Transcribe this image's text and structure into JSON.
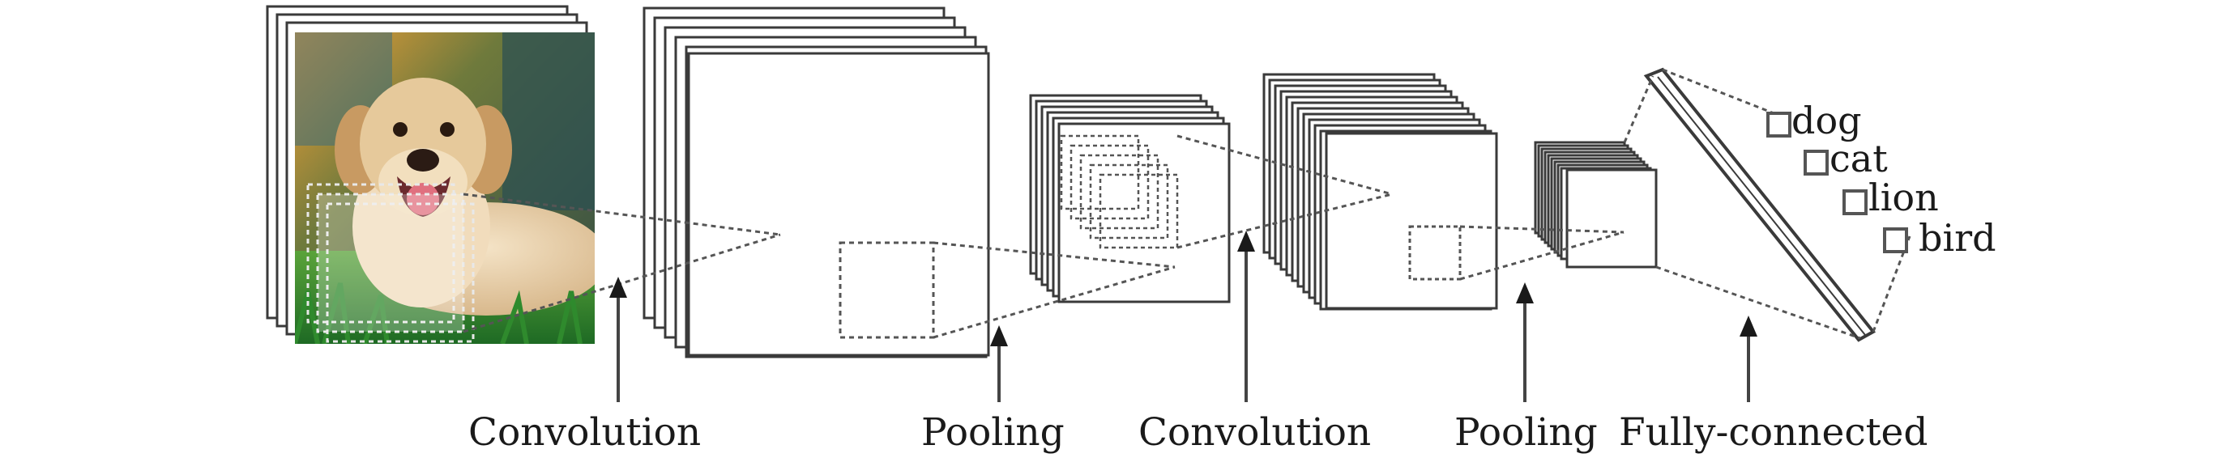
{
  "stage_labels": [
    "Convolution",
    "Pooling",
    "Convolution",
    "Pooling",
    "Fully-connected"
  ],
  "class_labels": [
    "dog",
    "cat",
    "lion",
    "bird"
  ],
  "input_image": "dog-photo",
  "colors": {
    "stroke": "#3a3a3a",
    "dashed": "#555555",
    "text": "#1a1a1a",
    "background": "#ffffff"
  }
}
